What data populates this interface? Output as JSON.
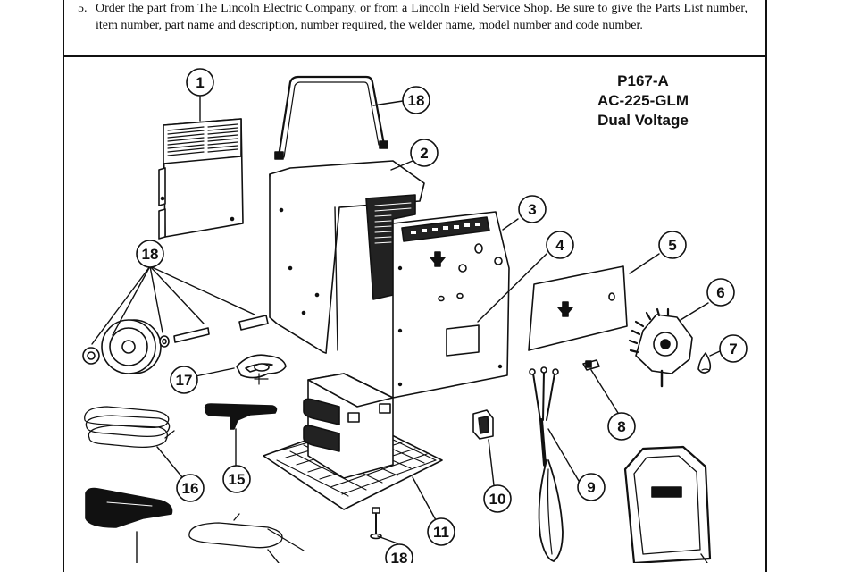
{
  "instruction": {
    "number": "5.",
    "text": "Order the part from The Lincoln Electric Company, or from a Lincoln Field Service Shop. Be sure to give the Parts List number, item number, part name and description, number required, the welder name, model number and code number."
  },
  "title": {
    "line1": "P167-A",
    "line2": "AC-225-GLM",
    "line3": "Dual Voltage"
  },
  "callouts": {
    "c1": "1",
    "c2": "2",
    "c3": "3",
    "c4": "4",
    "c5": "5",
    "c6": "6",
    "c7": "7",
    "c8": "8",
    "c9": "9",
    "c10": "10",
    "c11": "11",
    "c15": "15",
    "c16": "16",
    "c17": "17",
    "c18a": "18",
    "c18b": "18",
    "c18c": "18"
  }
}
